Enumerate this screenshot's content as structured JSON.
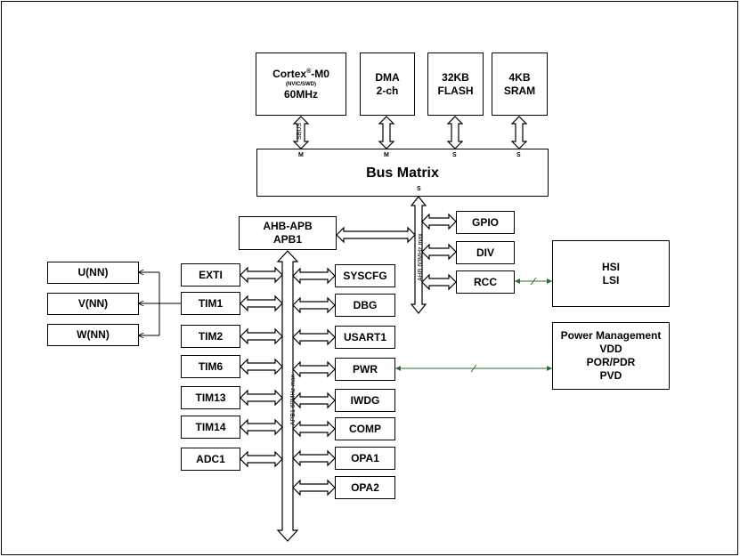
{
  "core": {
    "name": "Cortex",
    "reg": "®",
    "suffix": "-M0",
    "sub": "(NVIC/SWD)",
    "freq": "60MHz"
  },
  "dma": {
    "line1": "DMA",
    "line2": "2-ch"
  },
  "flash": {
    "line1": "32KB",
    "line2": "FLASH"
  },
  "sram": {
    "line1": "4KB",
    "line2": "SRAM"
  },
  "sbus_label": "SBUS",
  "bus_matrix": {
    "title": "Bus Matrix",
    "port_m1": "M",
    "port_m2": "M",
    "port_s1": "S",
    "port_s2": "S",
    "port_s_bottom": "S"
  },
  "bridge": {
    "line1": "AHB-APB",
    "line2": "APB1"
  },
  "ahb_label": "AHB 60MHz max",
  "apb_label": "APB1 60MHz max",
  "ahb_periph": [
    "GPIO",
    "DIV",
    "RCC"
  ],
  "left_periph": [
    "EXTI",
    "TIM1",
    "TIM2",
    "TIM6",
    "TIM13",
    "TIM14",
    "ADC1"
  ],
  "right_periph": [
    "SYSCFG",
    "DBG",
    "USART1",
    "PWR",
    "IWDG",
    "COMP",
    "OPA1",
    "OPA2"
  ],
  "outputs": [
    "U(NN)",
    "V(NN)",
    "W(NN)"
  ],
  "clock": {
    "line1": "HSI",
    "line2": "LSI"
  },
  "power": {
    "title": "Power Management",
    "lines": [
      "VDD",
      "POR/PDR",
      "PVD"
    ]
  },
  "colors": {
    "link_green": "#2e6b3a",
    "stroke": "#000000"
  }
}
